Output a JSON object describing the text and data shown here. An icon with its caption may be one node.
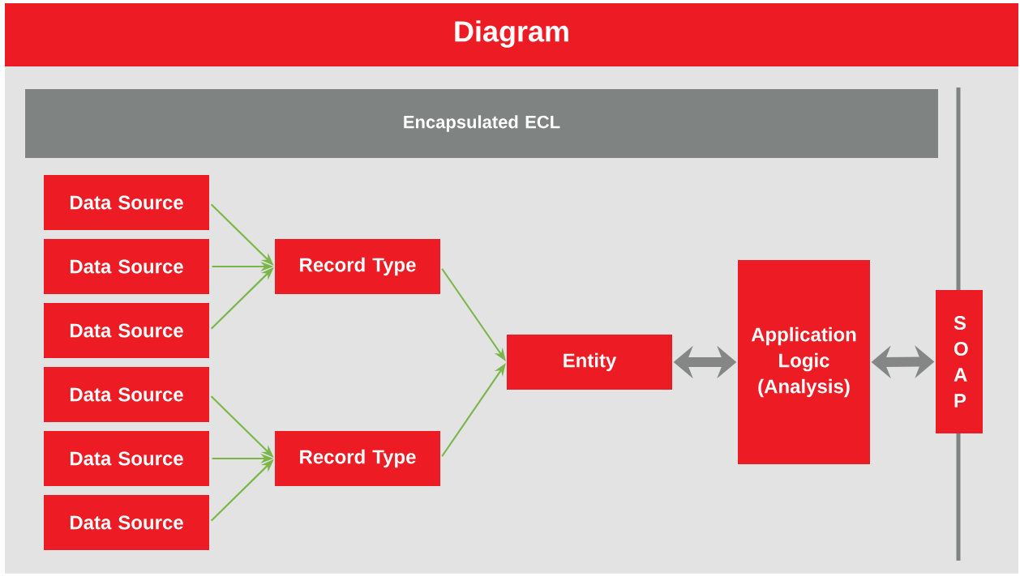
{
  "diagram": {
    "title": "Diagram",
    "nodes": [
      {
        "text": [
          "Encapsulated ECL"
        ]
      },
      {
        "text": [
          "Data Source"
        ]
      },
      {
        "text": [
          "Data Source"
        ]
      },
      {
        "text": [
          "Data Source"
        ]
      },
      {
        "text": [
          "Data Source"
        ]
      },
      {
        "text": [
          "Data Source"
        ]
      },
      {
        "text": [
          "Data Source"
        ]
      },
      {
        "text": [
          "Record Type"
        ]
      },
      {
        "text": [
          "Record Type"
        ]
      },
      {
        "text": [
          "Entity"
        ]
      },
      {
        "text": [
          "Application Logic (Analysis)"
        ]
      },
      {
        "text": [
          "S O A P"
        ]
      }
    ],
    "edges": [
      {
        "from": 1,
        "to": 7,
        "arrow": "to"
      },
      {
        "from": 2,
        "to": 7,
        "arrow": "to"
      },
      {
        "from": 3,
        "to": 7,
        "arrow": "to"
      },
      {
        "from": 4,
        "to": 8,
        "arrow": "to"
      },
      {
        "from": 5,
        "to": 8,
        "arrow": "to"
      },
      {
        "from": 6,
        "to": 8,
        "arrow": "to"
      },
      {
        "from": 7,
        "to": 9,
        "arrow": "to"
      },
      {
        "from": 8,
        "to": 9,
        "arrow": "to"
      },
      {
        "from": 9,
        "to": 10,
        "arrow": "both",
        "style": "thick",
        "color": "#858786"
      },
      {
        "from": 10,
        "to": 11,
        "arrow": "both",
        "style": "thick",
        "color": "#858786"
      }
    ]
  }
}
